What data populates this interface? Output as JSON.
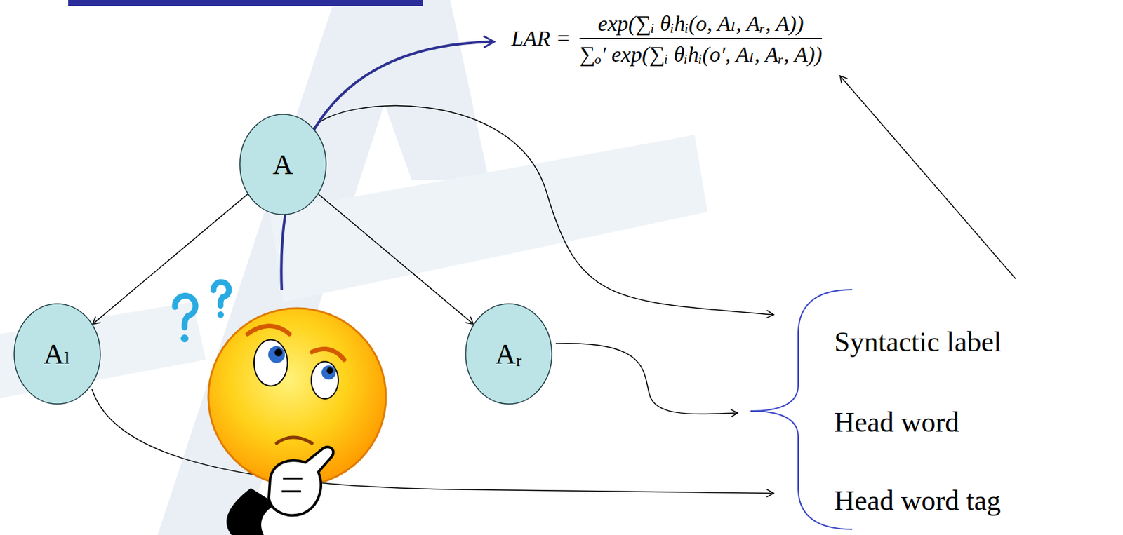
{
  "diagram": {
    "nodes": [
      {
        "text": [
          "A"
        ]
      },
      {
        "text": [
          "Aₗ"
        ]
      },
      {
        "text": [
          "Aᵣ"
        ]
      }
    ],
    "edges": [
      {
        "from": 0,
        "to": 1,
        "arrow": "to"
      },
      {
        "from": 0,
        "to": 2,
        "arrow": "to"
      }
    ],
    "labels": [
      "LAR =",
      "exp(∑ᵢ θᵢhᵢ(o, Aₗ, Aᵣ, A))",
      "∑ₒ′ exp(∑ᵢ θᵢhᵢ(o′, Aₗ, Aᵣ, A))",
      "Syntactic label",
      "Head word",
      "Head word tag"
    ]
  }
}
